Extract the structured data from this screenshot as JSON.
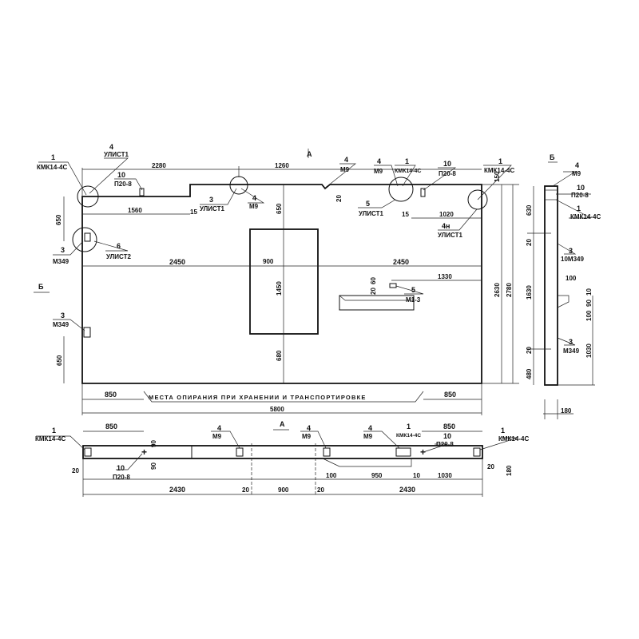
{
  "plan": {
    "view_label_a": "A",
    "view_label_b": "Б",
    "callouts": [
      {
        "num": "4",
        "ref": "УЛИСТ1"
      },
      {
        "num": "1",
        "ref": "КМК14-4С"
      },
      {
        "num": "10",
        "ref": "П20-8"
      },
      {
        "num": "3",
        "ref": "УЛИСТ1"
      },
      {
        "num": "4",
        "ref": "М9"
      },
      {
        "num": "6",
        "ref": "УЛИСТ2"
      },
      {
        "num": "3",
        "ref": "М349"
      },
      {
        "num": "4",
        "ref": "М9"
      },
      {
        "num": "4",
        "ref": "М9"
      },
      {
        "num": "1",
        "ref": "КМК14-4С"
      },
      {
        "num": "5",
        "ref": "УЛИСТ1"
      },
      {
        "num": "10",
        "ref": "П20-8"
      },
      {
        "num": "1",
        "ref": "КМК14-4С"
      },
      {
        "num": "4н",
        "ref": "УЛИСТ1"
      },
      {
        "num": "3",
        "ref": "М349"
      },
      {
        "num": "5",
        "ref": "М1-3"
      }
    ],
    "dims": [
      "2280",
      "1260",
      "1560",
      "15",
      "650",
      "650",
      "2450",
      "900",
      "2450",
      "20",
      "150",
      "15",
      "1020",
      "2630",
      "2780",
      "1450",
      "680",
      "650",
      "60",
      "20",
      "1330",
      "850",
      "850",
      "5800"
    ],
    "support_note": "МЕСТА ОПИРАНИЯ ПРИ ХРАНЕНИИ И ТРАНСПОРТИРОВКЕ"
  },
  "section_b": {
    "title": "Б",
    "callouts": [
      {
        "num": "4",
        "ref": "М9"
      },
      {
        "num": "10",
        "ref": "П20-8"
      },
      {
        "num": "1",
        "ref": "КМК14-4С"
      },
      {
        "num": "3",
        "ref": "10М349"
      },
      {
        "num": "3",
        "ref": "М349"
      }
    ],
    "dims": [
      "630",
      "20",
      "1630",
      "20",
      "480",
      "100",
      "10",
      "90",
      "100",
      "1030",
      "180"
    ]
  },
  "section_a": {
    "title": "А",
    "callouts": [
      {
        "num": "1",
        "ref": "КМК14-4С"
      },
      {
        "num": "4",
        "ref": "М9"
      },
      {
        "num": "4",
        "ref": "М9"
      },
      {
        "num": "4",
        "ref": "М9"
      },
      {
        "num": "1",
        "ref": "КМК14-4С"
      },
      {
        "num": "10",
        "ref": "П20-8"
      },
      {
        "num": "1",
        "ref": "КМК14-4С"
      },
      {
        "num": "10",
        "ref": "П20-8"
      }
    ],
    "dims": [
      "850",
      "850",
      "90",
      "90",
      "20",
      "100",
      "950",
      "10",
      "1030",
      "20",
      "180",
      "2430",
      "20",
      "900",
      "20",
      "2430"
    ]
  }
}
